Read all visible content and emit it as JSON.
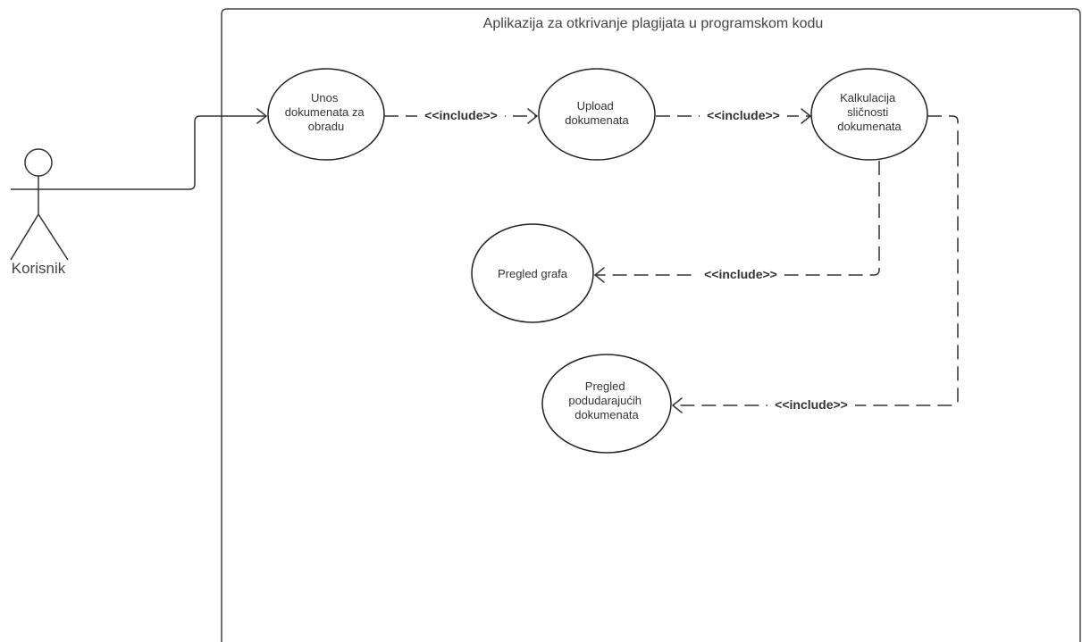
{
  "system": {
    "title": "Aplikazija za otkrivanje plagijata u programskom kodu"
  },
  "actor": {
    "name": "Korisnik"
  },
  "use_cases": [
    {
      "id": "unos",
      "lines": [
        "Unos",
        "dokumenata za",
        "obradu"
      ]
    },
    {
      "id": "upload",
      "lines": [
        "Upload",
        "dokumenata"
      ]
    },
    {
      "id": "kalkulacija",
      "lines": [
        "Kalkulacija",
        "sličnosti",
        "dokumenata"
      ]
    },
    {
      "id": "graf",
      "lines": [
        "Pregled grafa"
      ]
    },
    {
      "id": "podudarajuci",
      "lines": [
        "Pregled",
        "podudarajućih",
        "dokumenata"
      ]
    }
  ],
  "relationships": [
    {
      "from": "unos",
      "to": "upload",
      "label": "<<include>>"
    },
    {
      "from": "upload",
      "to": "kalkulacija",
      "label": "<<include>>"
    },
    {
      "from": "kalkulacija",
      "to": "graf",
      "label": "<<include>>"
    },
    {
      "from": "kalkulacija",
      "to": "podudarajuci",
      "label": "<<include>>"
    }
  ]
}
